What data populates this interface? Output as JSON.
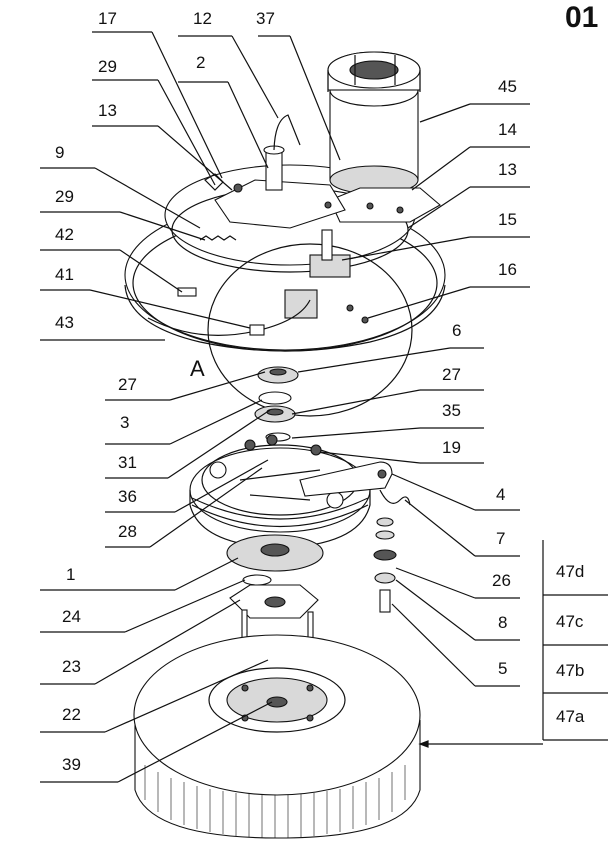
{
  "page_number": "01",
  "detail_marker": "A",
  "left_labels": [
    "17",
    "12",
    "37",
    "29",
    "2",
    "13",
    "9",
    "29",
    "42",
    "41",
    "43",
    "27",
    "3",
    "31",
    "36",
    "28",
    "1",
    "24",
    "23",
    "22",
    "39"
  ],
  "right_labels": [
    "45",
    "14",
    "13",
    "15",
    "16",
    "6",
    "27",
    "35",
    "19",
    "4",
    "7",
    "26",
    "8",
    "5"
  ],
  "variant_labels": [
    "47d",
    "47c",
    "47b",
    "47a"
  ]
}
